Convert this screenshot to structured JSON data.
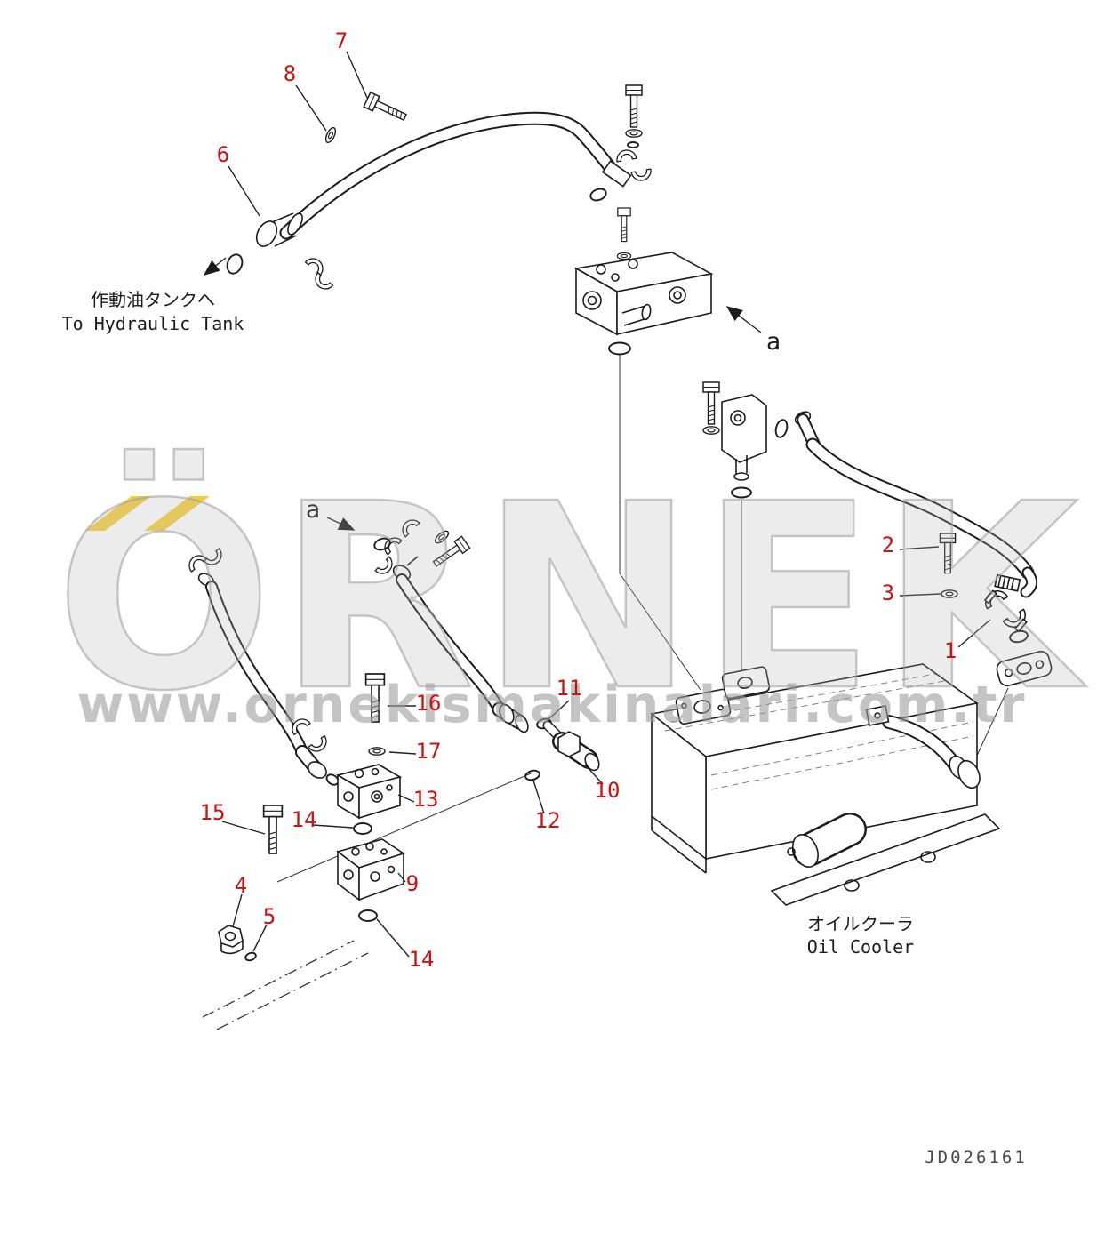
{
  "drawing": {
    "id_code": "JD026161"
  },
  "annotations": {
    "to_tank_jp": "作動油タンクへ",
    "to_tank_en": "To Hydraulic Tank",
    "oil_cooler_jp": "オイルクーラ",
    "oil_cooler_en": "Oil Cooler",
    "section_a_left": "a",
    "section_a_right": "a"
  },
  "watermark": {
    "brand": "ÖRNEK",
    "url": "www.ornekismakinalari.com.tr"
  },
  "colors": {
    "callout_red": "#cc1111",
    "line_black": "#1c1c1c",
    "watermark_gray": "#9c9c9c",
    "watermark_yellow": "#f2c41d"
  },
  "callouts": [
    {
      "label": "7"
    },
    {
      "label": "8"
    },
    {
      "label": "6"
    },
    {
      "label": "2"
    },
    {
      "label": "3"
    },
    {
      "label": "1"
    },
    {
      "label": "16"
    },
    {
      "label": "17"
    },
    {
      "label": "13"
    },
    {
      "label": "11"
    },
    {
      "label": "10"
    },
    {
      "label": "12"
    },
    {
      "label": "15"
    },
    {
      "label": "14"
    },
    {
      "label": "9"
    },
    {
      "label": "4"
    },
    {
      "label": "5"
    },
    {
      "label": "14"
    }
  ]
}
